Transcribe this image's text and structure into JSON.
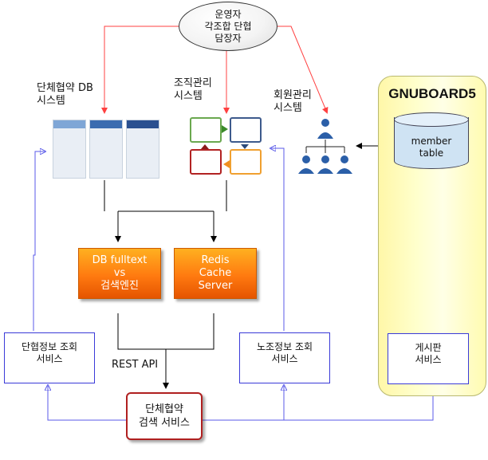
{
  "operator": {
    "label": "운영자\n각조합 단협\n담장자"
  },
  "db_system": {
    "label": "단체협약 DB\n시스템"
  },
  "org_system": {
    "label": "조직관리\n시스템"
  },
  "member_system": {
    "label": "회원관리\n시스템"
  },
  "gnuboard": {
    "title": "GNUBOARD5",
    "member_table": "member\ntable",
    "board_service": "게시판\n서비스"
  },
  "search_engine": {
    "label": "DB fulltext\nvs\n검색엔진"
  },
  "redis": {
    "label": "Redis\nCache\nServer"
  },
  "rest_api": {
    "label": "REST API"
  },
  "union_info_service": {
    "label": "단협정보 조회\n서비스"
  },
  "labor_info_service": {
    "label": "노조정보 조회\n서비스"
  },
  "search_service": {
    "label": "단체협약\n검색 서비스"
  },
  "colors": {
    "operator_lines": "#ff4040",
    "feedback_lines": "#6a6af0",
    "panel": "#ffffcc",
    "orange": "#ff7a10"
  }
}
